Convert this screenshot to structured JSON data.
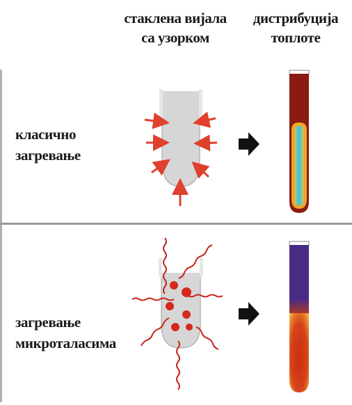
{
  "headers": {
    "col_sample_line1": "стаклена вијала",
    "col_sample_line2": "са узорком",
    "col_heat_line1": "дистрибуција",
    "col_heat_line2": "топлоте"
  },
  "rows": [
    {
      "label_line1": "класично",
      "label_line2": "загревање"
    },
    {
      "label_line1": "загревање",
      "label_line2": "микроталасима"
    }
  ],
  "colors": {
    "glass": "#d6d6d6",
    "arrow_red": "#e0402e",
    "hot_red": "#8b1a10",
    "cool_purple": "#4b2a86",
    "cyan_core": "#58c3cf",
    "molecule_red": "#d4291c"
  },
  "icons": [
    "arrow-right-icon",
    "heat-arrow-icon",
    "microwave-wave-icon",
    "molecule-dot-icon"
  ]
}
